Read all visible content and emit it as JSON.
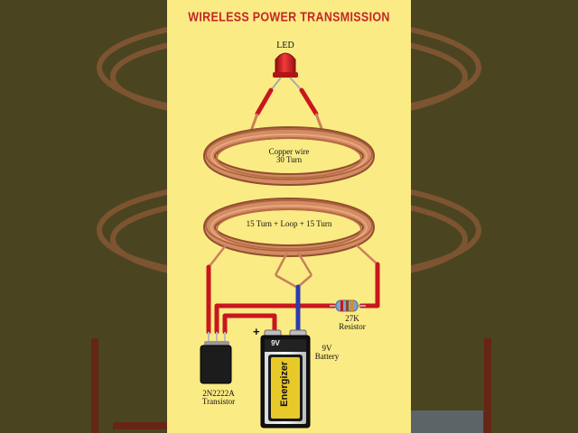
{
  "title": "WIRELESS POWER TRANSMISSION",
  "labels": {
    "led": "LED",
    "coil_top_line1": "Copper wire",
    "coil_top_line2": "30 Turn",
    "coil_bottom": "15 Turn + Loop + 15 Turn",
    "resistor_line1": "27K",
    "resistor_line2": "Resistor",
    "transistor_line1": "2N2222A",
    "transistor_line2": "Transistor",
    "battery_line1": "9V",
    "battery_line2": "Battery",
    "plus": "+",
    "battery_voltage": "9V",
    "battery_brand": "Energizer"
  },
  "colors": {
    "panel": "#fbeb84",
    "background": "#4a4520",
    "title": "#c2262a",
    "wire_red": "#c8161d",
    "wire_blue": "#2a3bb0",
    "copper": "#c9805a",
    "led": "#d61e1e"
  }
}
